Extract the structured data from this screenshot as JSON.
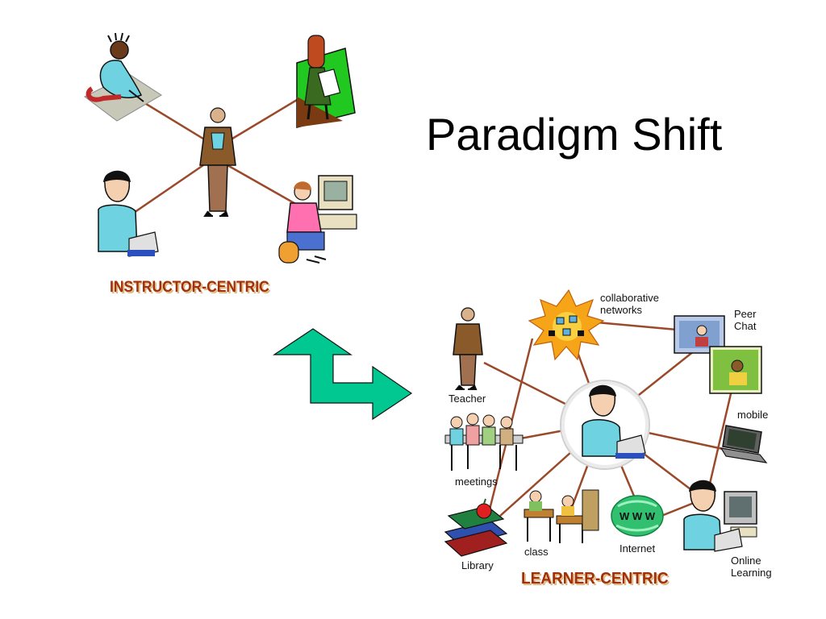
{
  "slide": {
    "title": "Paradigm Shift",
    "instructor_label": "INSTRUCTOR-CENTRIC",
    "learner_label": "LEARNER-CENTRIC",
    "label_color": "#a0300a",
    "connector_color": "#9a4a2a",
    "arrow_color": "#00c890"
  },
  "learner_nodes": {
    "collaborative": "collaborative",
    "networks": "networks",
    "peer": "Peer",
    "chat": "Chat",
    "teacher": "Teacher",
    "mobile": "mobile",
    "meetings": "meetings",
    "library": "Library",
    "class": "class",
    "internet": "Internet",
    "online": "Online",
    "learning": "Learning",
    "www": "W W W"
  }
}
